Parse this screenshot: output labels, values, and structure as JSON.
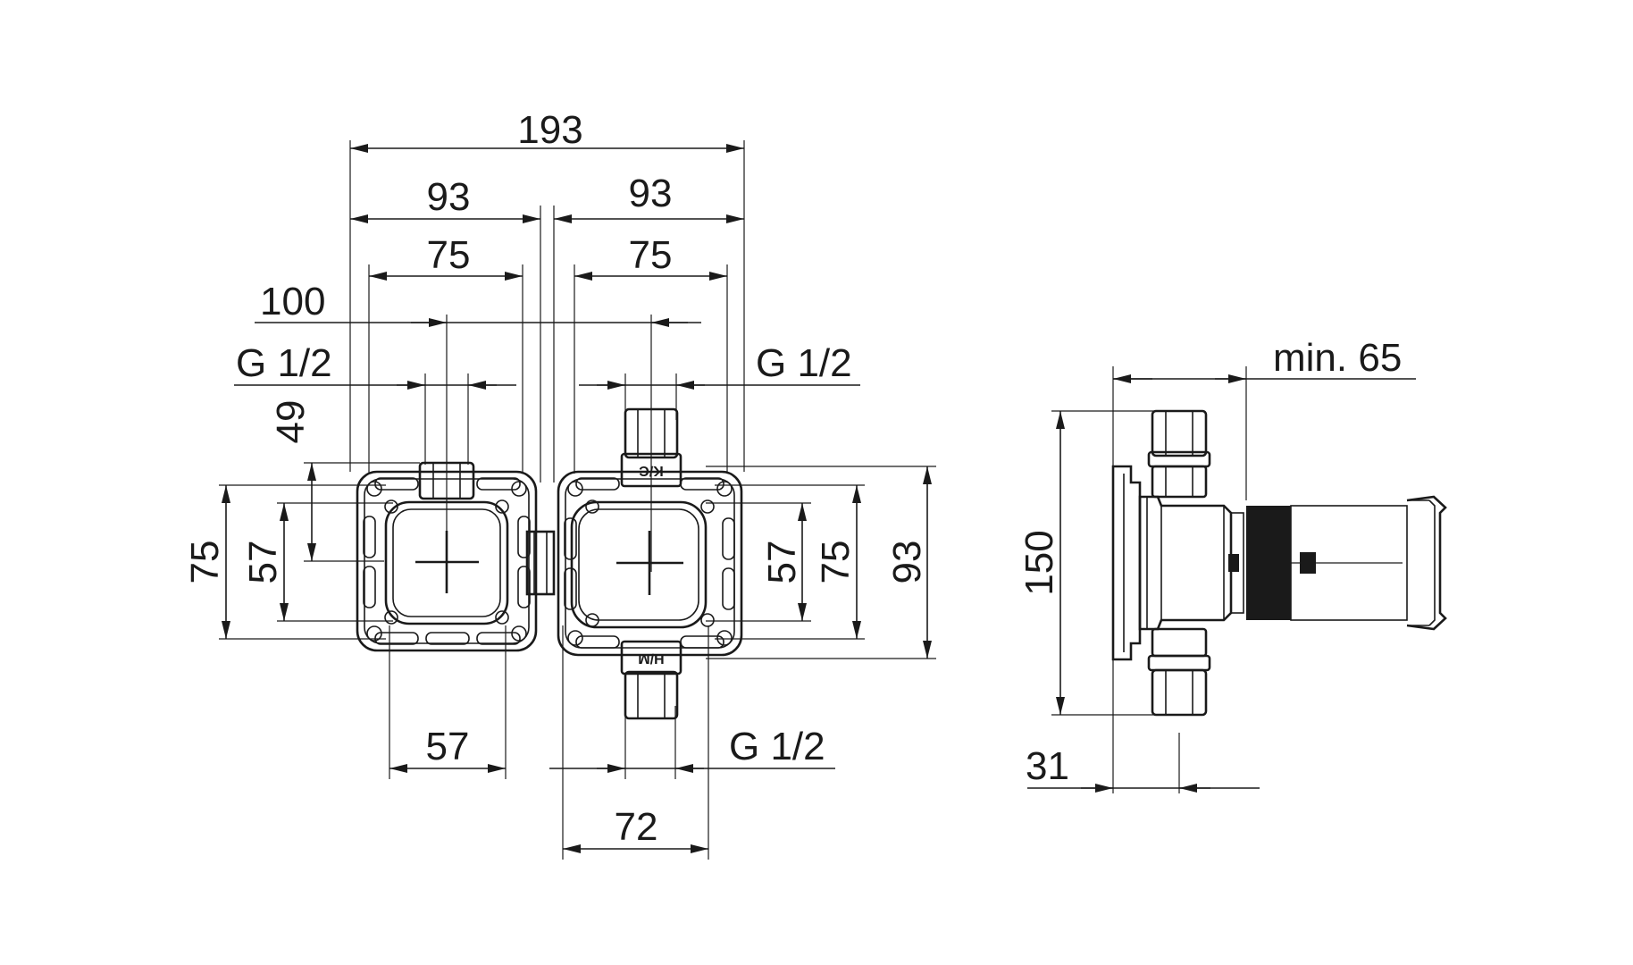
{
  "front_view": {
    "dims": {
      "overall_width": "193",
      "left_half": "93",
      "right_half": "93",
      "left_frame": "75",
      "right_frame": "75",
      "axis_spacing": "100",
      "thread_top_left": "G 1/2",
      "thread_top_right": "G 1/2",
      "thread_bottom": "G 1/2",
      "top_offset": "49",
      "left_height_outer": "75",
      "left_height_inner": "57",
      "right_height_inner": "57",
      "right_height_outer": "75",
      "overall_height": "93",
      "bottom_left_width": "57",
      "bottom_right_width": "72"
    },
    "port_labels": {
      "cold": "K/C",
      "hot": "H/M"
    }
  },
  "side_view": {
    "dims": {
      "min_depth": "min. 65",
      "height": "150",
      "flange_offset": "31"
    }
  }
}
